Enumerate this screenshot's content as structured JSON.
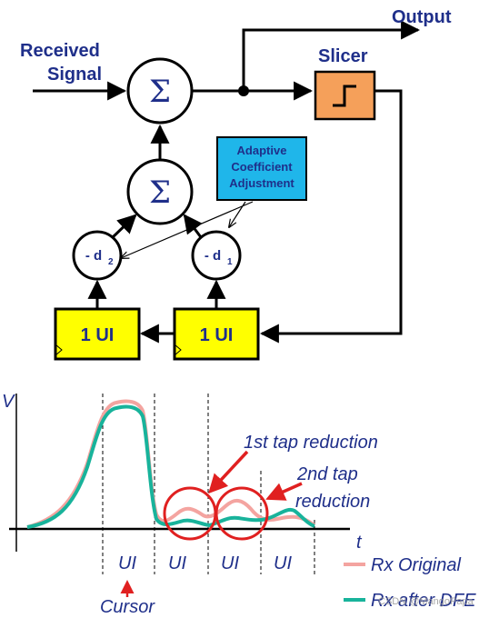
{
  "block_diagram": {
    "input_label_line1": "Received",
    "input_label_line2": "Signal",
    "output_label": "Output",
    "slicer_label": "Slicer",
    "summer_symbol": "Σ",
    "adaptive_line1": "Adaptive",
    "adaptive_line2": "Coefficient",
    "adaptive_line3": "Adjustment",
    "tap2_label": "- d",
    "tap2_sub": "2",
    "tap1_label": "- d",
    "tap1_sub": "1",
    "delay_label": "1 UI"
  },
  "waveform": {
    "y_axis_label": "V",
    "x_axis_label": "t",
    "ui_labels": [
      "UI",
      "UI",
      "UI",
      "UI"
    ],
    "annotation_tap1": "1st tap reduction",
    "annotation_tap2_line1": "2nd tap",
    "annotation_tap2_line2": "reduction",
    "cursor_label": "Cursor",
    "legend": [
      {
        "label": "Rx Original",
        "color": "#f4a4a0"
      },
      {
        "label": "Rx after DFE",
        "color": "#18b39b"
      }
    ]
  },
  "watermark": "CSDN @MangoPapa",
  "colors": {
    "text_blue": "#1f2f8a",
    "slicer_fill": "#f5a05a",
    "delay_fill": "#ffff00",
    "adaptive_fill": "#1fb6ea",
    "annotation_red": "#e02020"
  }
}
